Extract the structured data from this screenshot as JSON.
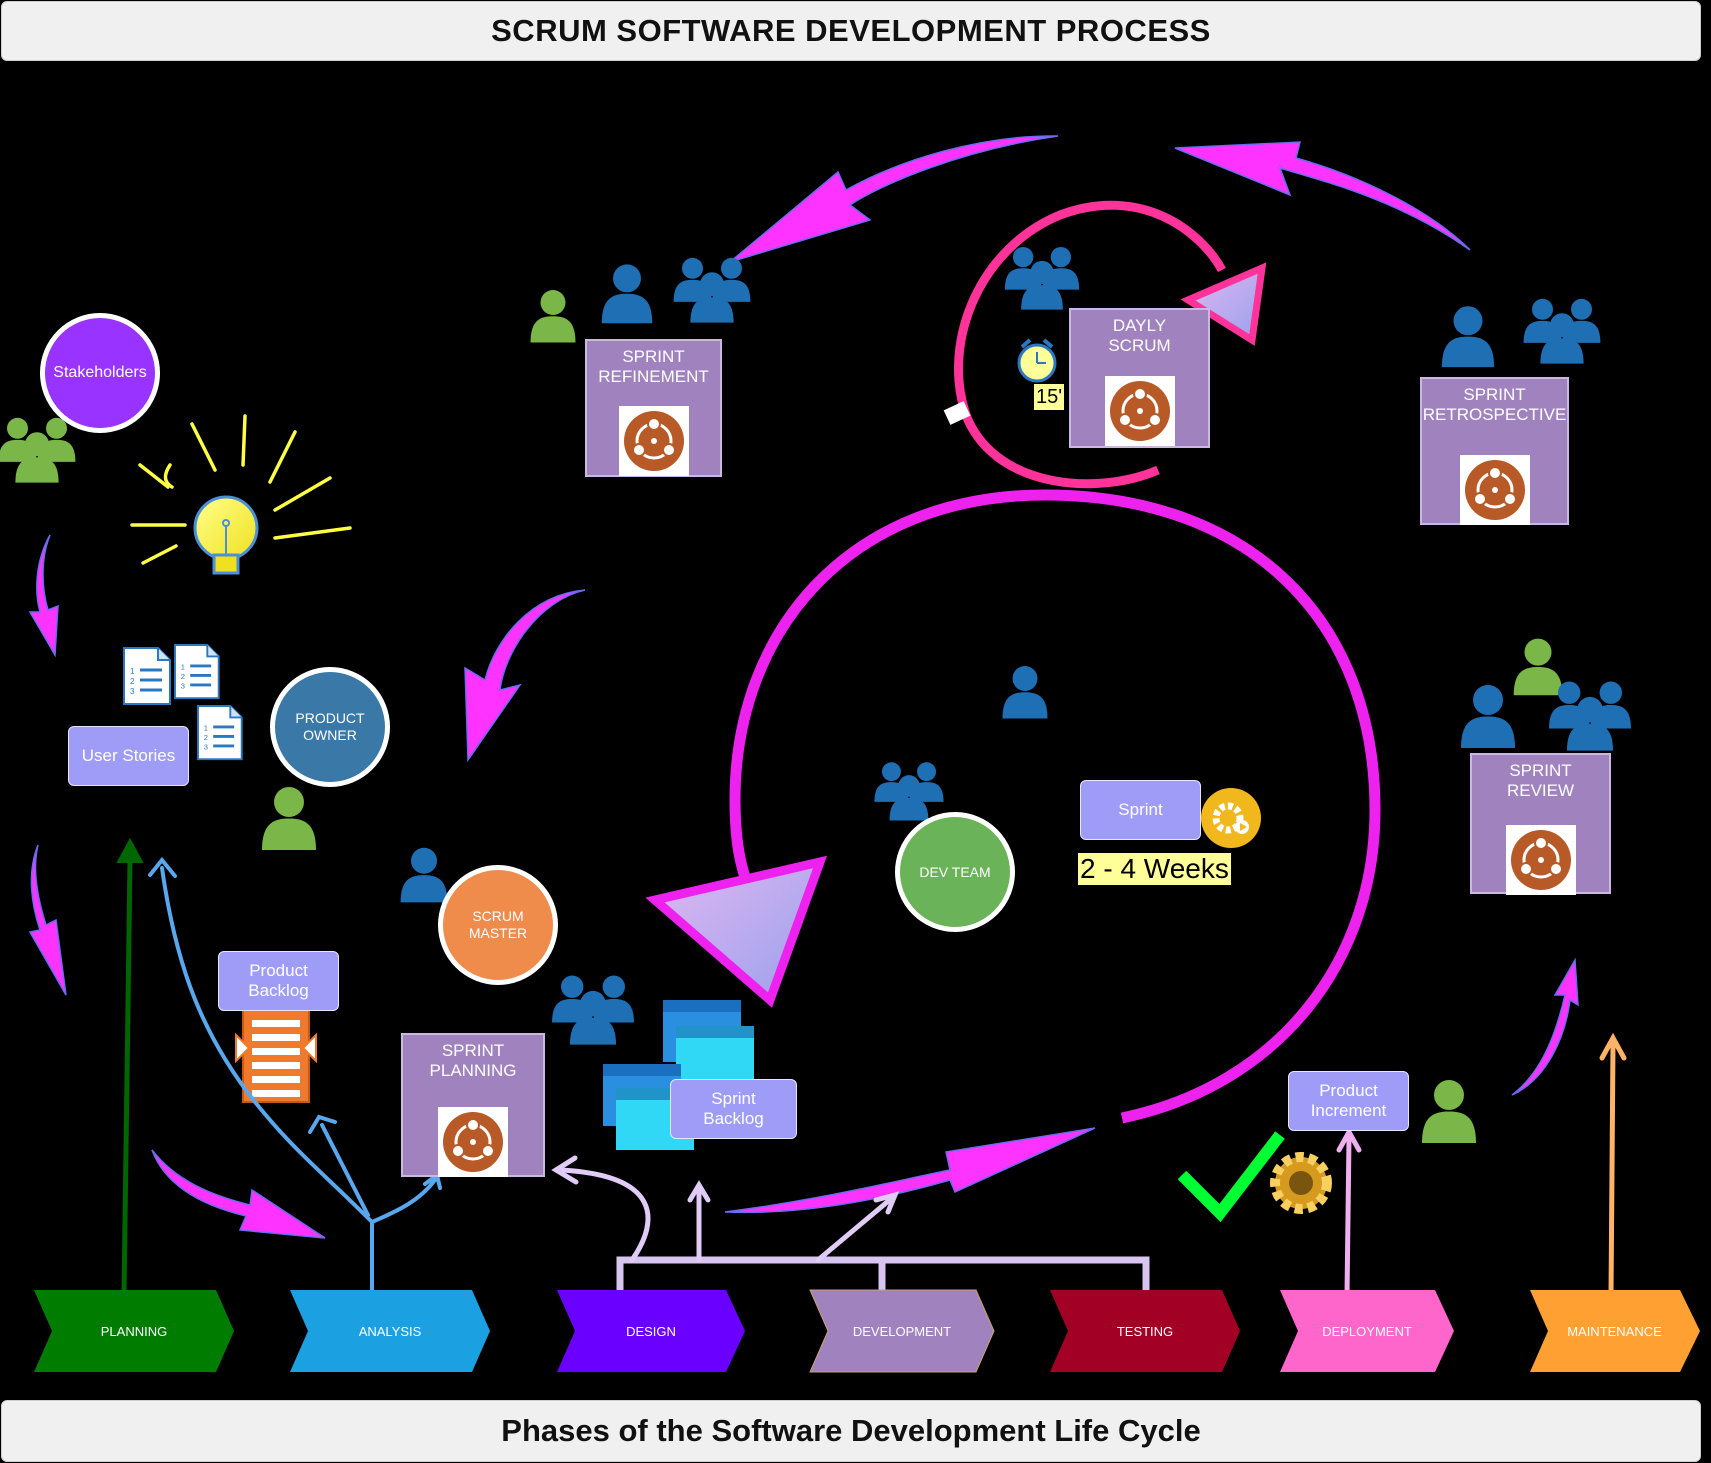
{
  "title": "SCRUM SOFTWARE DEVELOPMENT PROCESS",
  "footer": "Phases of the Software Development Life Cycle",
  "nodes": {
    "stakeholders": "Stakeholders",
    "user_stories": "User Stories",
    "product_owner": "PRODUCT OWNER",
    "scrum_master": "SCRUM MASTER",
    "product_backlog": "Product Backlog",
    "sprint_backlog": "Sprint Backlog",
    "dev_team": "DEV TEAM",
    "sprint": "Sprint",
    "sprint_duration": "2 - 4 Weeks",
    "product_increment": "Product Increment",
    "timebox": "15'"
  },
  "ceremonies": {
    "refinement": "SPRINT REFINEMENT",
    "daily": "DAYLY SCRUM",
    "retrospective": "SPRINT RETROSPECTIVE",
    "review": "SPRINT REVIEW",
    "planning": "SPRINT PLANNING"
  },
  "phases": [
    {
      "label": "PLANNING",
      "color": "#007d00"
    },
    {
      "label": "ANALYSIS",
      "color": "#1ba1e2"
    },
    {
      "label": "DESIGN",
      "color": "#6a00ff"
    },
    {
      "label": "DEVELOPMENT",
      "color": "#a082be"
    },
    {
      "label": "TESTING",
      "color": "#a20025"
    },
    {
      "label": "DEPLOYMENT",
      "color": "#ff66cc"
    },
    {
      "label": "MAINTENANCE",
      "color": "#ffa033"
    }
  ],
  "icons": [
    "person-icon",
    "group-icon",
    "lightbulb-icon",
    "document-list-icon",
    "alarm-clock-icon",
    "gear-icon",
    "check-icon",
    "meeting-icon",
    "window-stack-icon",
    "backlog-list-icon"
  ],
  "colors": {
    "magenta": "#ff33ff",
    "blue_person": "#1f6fb5",
    "green_person": "#7ab648",
    "ceremony": "#a082be",
    "lavender": "#9f9cf7"
  }
}
